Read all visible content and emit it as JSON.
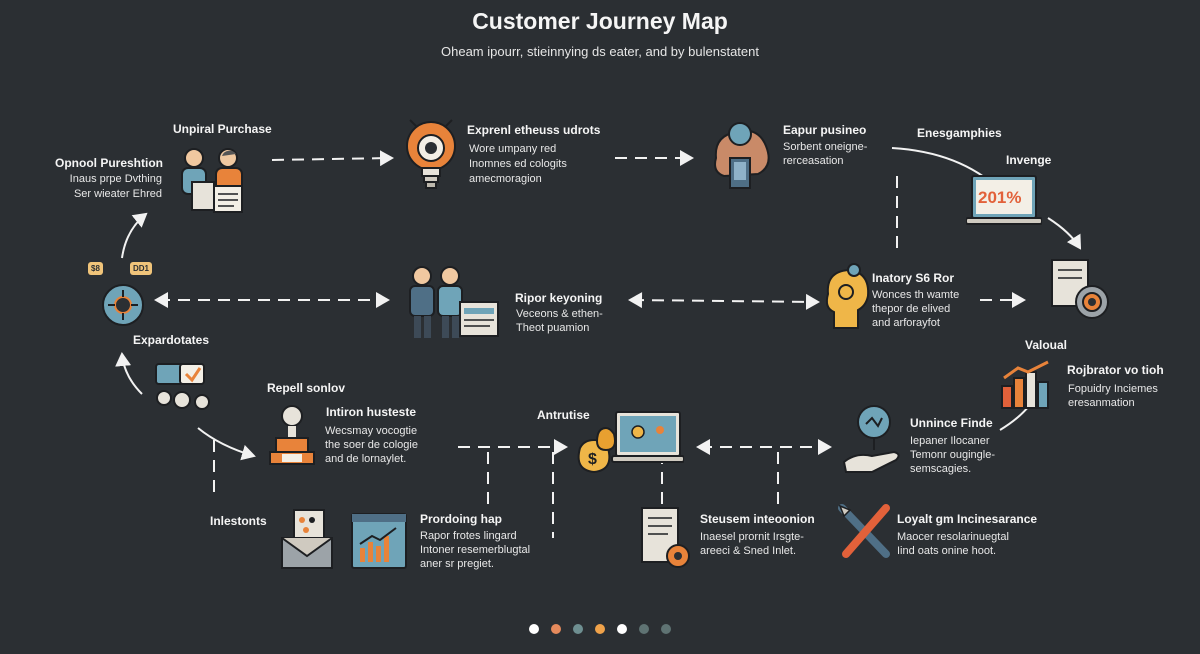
{
  "header": {
    "title": "Customer Journey Map",
    "subtitle": "Oheam ipourr, stieinnying ds eater, and by bulenstatent"
  },
  "nodes": {
    "unpiral": {
      "title": "Unpiral Purchase"
    },
    "opnool": {
      "title": "Opnool Pureshtion",
      "lines": [
        "Inaus prpe Dvthing",
        "Ser wieater Ehred"
      ]
    },
    "expreral": {
      "title": "Exprenl etheuss udrots",
      "lines": [
        "Wore umpany red",
        "Inomnes ed cologits",
        "amecmoragion"
      ]
    },
    "eapur": {
      "title": "Eapur pusineo",
      "lines": [
        "Sorbent oneigne-",
        "rerceasation"
      ]
    },
    "enea": {
      "title": "Enesgamphies"
    },
    "invenge": {
      "title": "Invenge",
      "screen_value": "201%"
    },
    "ripor": {
      "title": "Ripor keyoning",
      "lines": [
        "Veceons & ethen-",
        "Theot puamion"
      ]
    },
    "inatory": {
      "title": "Inatory S6 Ror",
      "lines": [
        "Wonces th wamte",
        "thepor de elived",
        "and arforayfot"
      ]
    },
    "expardotates": {
      "title": "Expardotates"
    },
    "valoual": {
      "title": "Valoual"
    },
    "rojbrator": {
      "title": "Rojbrator vo tioh",
      "lines": [
        "Fopuidry Inciemes",
        "eresanmation"
      ]
    },
    "repell": {
      "title": "Repell sonlov"
    },
    "intiron": {
      "title": "Intiron husteste",
      "lines": [
        "Wecsmay vocogtie",
        "the soer de cologie",
        "and de lornaylet."
      ]
    },
    "antrutise": {
      "title": "Antrutise"
    },
    "unnince": {
      "title": "Unnince Finde",
      "lines": [
        "Iepaner Ilocaner",
        "Temonr ougingle-",
        "semscagies."
      ]
    },
    "inlestonts": {
      "title": "Inlestonts"
    },
    "prordoing": {
      "title": "Prordoing hap",
      "lines": [
        "Rapor frotes lingard",
        "Intoner resemerblugtal",
        "aner sr pregiet."
      ]
    },
    "steusem": {
      "title": "Steusem inteoonion",
      "lines": [
        "Inaesel prornit Irsgte-",
        "areeci & Sned Inlet."
      ]
    },
    "loyalt": {
      "title": "Loyalt gm Incinesarance",
      "lines": [
        "Maocer resolarinuegtal",
        "Iind oats onine hoot."
      ]
    }
  },
  "badges": {
    "left": "$8",
    "right": "DD1"
  },
  "pager": {
    "colors": [
      "#ffffff",
      "#e58a5c",
      "#6e8f91",
      "#efa24a",
      "#ffffff",
      "#5f7373",
      "#5f7373"
    ]
  },
  "palette": {
    "bg": "#2b2f33",
    "accent": "#e8833a",
    "teal": "#6fa4b8"
  }
}
